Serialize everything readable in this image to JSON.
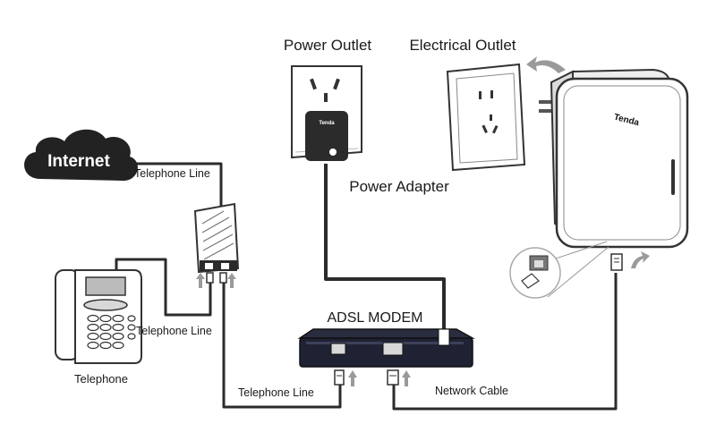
{
  "labels": {
    "internet": "Internet",
    "power_outlet": "Power Outlet",
    "electrical_outlet": "Electrical Outlet",
    "power_adapter": "Power Adapter",
    "adsl_modem": "ADSL MODEM",
    "telephone": "Telephone",
    "telephone_line_top": "Telephone Line",
    "telephone_line_mid": "Telephone Line",
    "telephone_line_bottom": "Telephone Line",
    "network_cable": "Network Cable"
  },
  "brand": {
    "adapter_logo": "Tenda",
    "router_logo": "Tenda"
  },
  "colors": {
    "line": "#2b2b2b",
    "cloud": "#222222",
    "modem": "#1f2233",
    "device_outline": "#333333",
    "arrow_gray": "#9a9a9a"
  }
}
